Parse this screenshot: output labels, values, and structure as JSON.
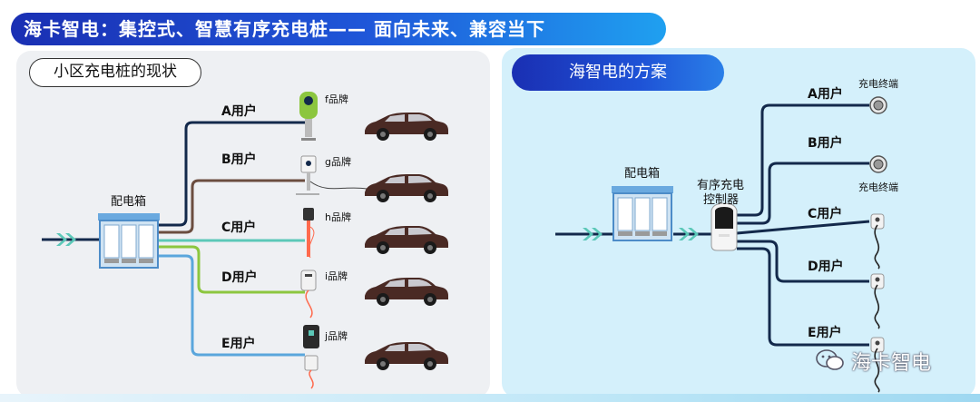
{
  "title": "海卡智电：集控式、智慧有序充电桩—— 面向未来、兼容当下",
  "left": {
    "heading": "小区充电桩的现状",
    "box_label": "配电箱",
    "users": [
      "A用户",
      "B用户",
      "C用户",
      "D用户",
      "E用户"
    ],
    "brands": [
      "f品牌",
      "g品牌",
      "h品牌",
      "i品牌",
      "j品牌"
    ],
    "line_colors": [
      "#13294b",
      "#6b4d3f",
      "#5cc8b8",
      "#8cc63f",
      "#5aa6dc"
    ]
  },
  "right": {
    "heading": "海智电的方案",
    "box_label": "配电箱",
    "controller_label_1": "有序充电",
    "controller_label_2": "控制器",
    "users": [
      "A用户",
      "B用户",
      "C用户",
      "D用户",
      "E用户"
    ],
    "terminal_label_1": "充电终端",
    "terminal_label_2": "充电终端"
  },
  "watermark": "海卡智电",
  "icons": [
    "wechat-icon",
    "arrow-chevrons-icon",
    "charger-icon",
    "car-icon",
    "distribution-box-icon",
    "controller-icon",
    "terminal-icon"
  ]
}
